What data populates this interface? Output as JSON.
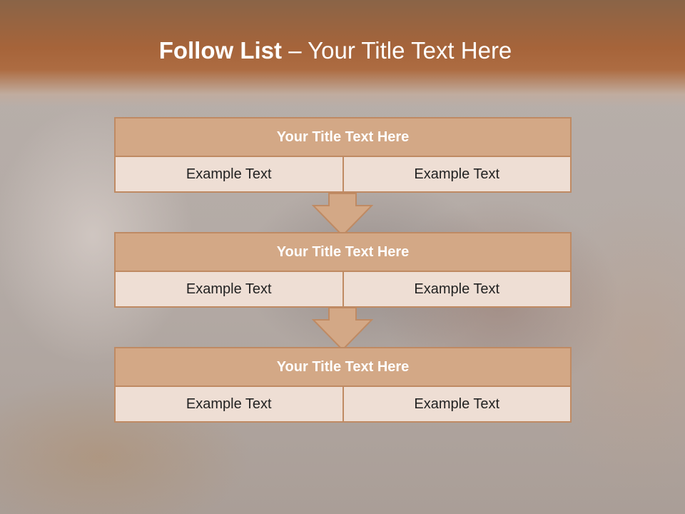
{
  "slide": {
    "title_bold": "Follow List",
    "title_rest": " – Your Title Text Here"
  },
  "steps": [
    {
      "title": "Your Title Text Here",
      "left": "Example Text",
      "right": "Example Text"
    },
    {
      "title": "Your Title Text Here",
      "left": "Example Text",
      "right": "Example Text"
    },
    {
      "title": "Your Title Text Here",
      "left": "Example Text",
      "right": "Example Text"
    }
  ],
  "colors": {
    "accent_bar": "#a6643a",
    "box_fill": "#d3a886",
    "box_border": "#bf8a63",
    "cell_fill": "#eeded4"
  }
}
